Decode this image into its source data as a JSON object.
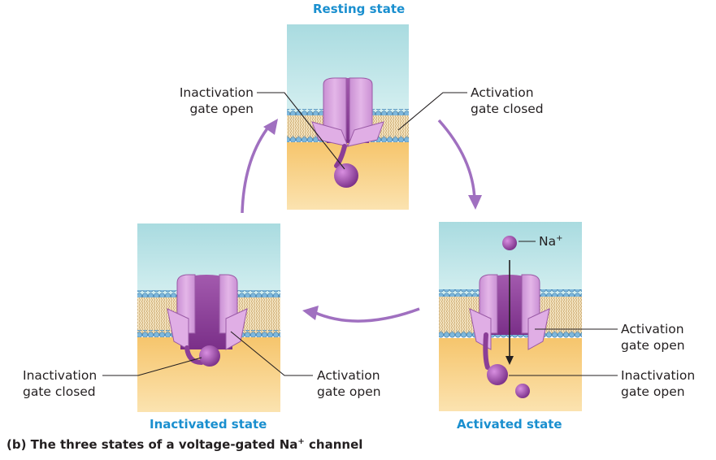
{
  "colors": {
    "title_blue": "#1a8fcf",
    "arrow_purple": "#a070c0",
    "extracellular": "#b9e3e6",
    "cytoplasm": "#f5c36d",
    "protein_light": "#d9a5df",
    "protein_dark": "#8b3e97",
    "lipid_head": "#7ab3d6"
  },
  "states": {
    "resting": {
      "title": "Resting state"
    },
    "activated": {
      "title": "Activated state"
    },
    "inactivated": {
      "title": "Inactivated state"
    }
  },
  "labels": {
    "resting_inact_1": "Inactivation",
    "resting_inact_2": "gate open",
    "resting_act_1": "Activation",
    "resting_act_2": "gate closed",
    "activated_act_1": "Activation",
    "activated_act_2": "gate open",
    "activated_inact_1": "Inactivation",
    "activated_inact_2": "gate open",
    "inactivated_inact_1": "Inactivation",
    "inactivated_inact_2": "gate closed",
    "inactivated_act_1": "Activation",
    "inactivated_act_2": "gate open",
    "na_label": "Na",
    "na_charge": "+"
  },
  "caption": {
    "main": "(b) The three states of a voltage-gated Na",
    "charge": "+",
    "tail": " channel"
  }
}
